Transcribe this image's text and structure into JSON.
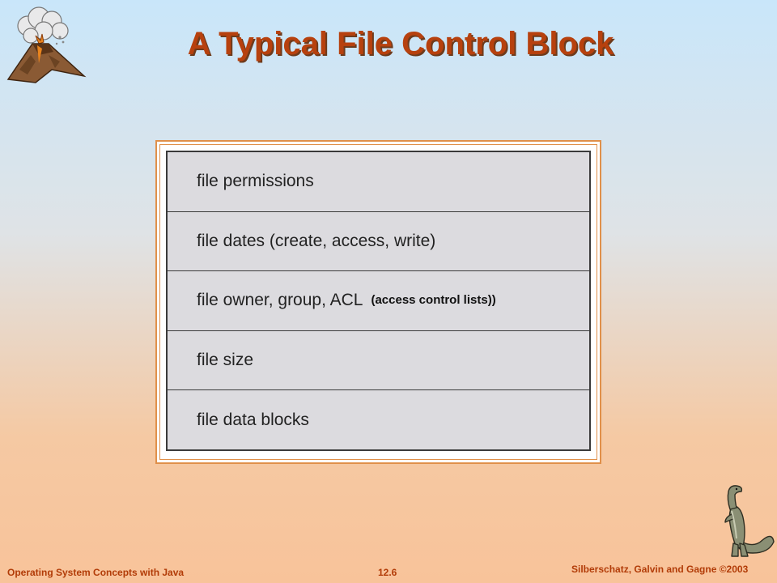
{
  "slide": {
    "title": "A Typical File Control Block"
  },
  "fcb_fields": [
    {
      "label": "file permissions",
      "note": ""
    },
    {
      "label": "file dates (create, access, write)",
      "note": ""
    },
    {
      "label": "file owner, group, ACL",
      "note": "(access control lists))"
    },
    {
      "label": "file size",
      "note": ""
    },
    {
      "label": "file data blocks",
      "note": ""
    }
  ],
  "footer": {
    "left": "Operating System Concepts with Java",
    "center": "12.6",
    "right": "Silberschatz, Galvin and Gagne ©2003"
  },
  "decorations": {
    "top_left": "volcano-icon",
    "bottom_right": "dinosaur-icon"
  },
  "colors": {
    "title": "#b7410e",
    "footer": "#b23c08",
    "frame_border": "#e0904a",
    "table_fill": "#dcdbdf"
  }
}
